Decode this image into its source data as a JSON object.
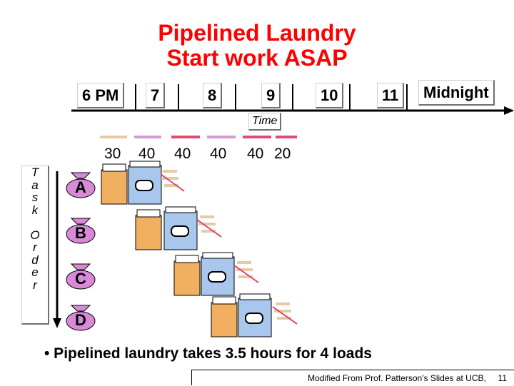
{
  "title": {
    "line1": "Pipelined Laundry",
    "line2": "Start work ASAP"
  },
  "timeline": {
    "labels": [
      "6 PM",
      "7",
      "8",
      "9",
      "10",
      "11",
      "Midnight"
    ],
    "axis_label": "Time"
  },
  "durations": [
    "30",
    "40",
    "40",
    "40",
    "40",
    "20"
  ],
  "task_order_label": "Task Order",
  "tasks": [
    "A",
    "B",
    "C",
    "D"
  ],
  "colors": {
    "title": "#ff0000",
    "washer": "#f0b060",
    "dryer": "#a9c6ec",
    "bag": "#d88ad8",
    "duration_wash": "#e6c9a8",
    "duration_dry": "#cfa0cf",
    "duration_fold": "#e24a72"
  },
  "footer": {
    "bullet": "• Pipelined laundry takes 3.5 hours for 4 loads",
    "credit_text": "Modified From Prof. Patterson's Slides at UCB,",
    "slide_number": "11"
  }
}
